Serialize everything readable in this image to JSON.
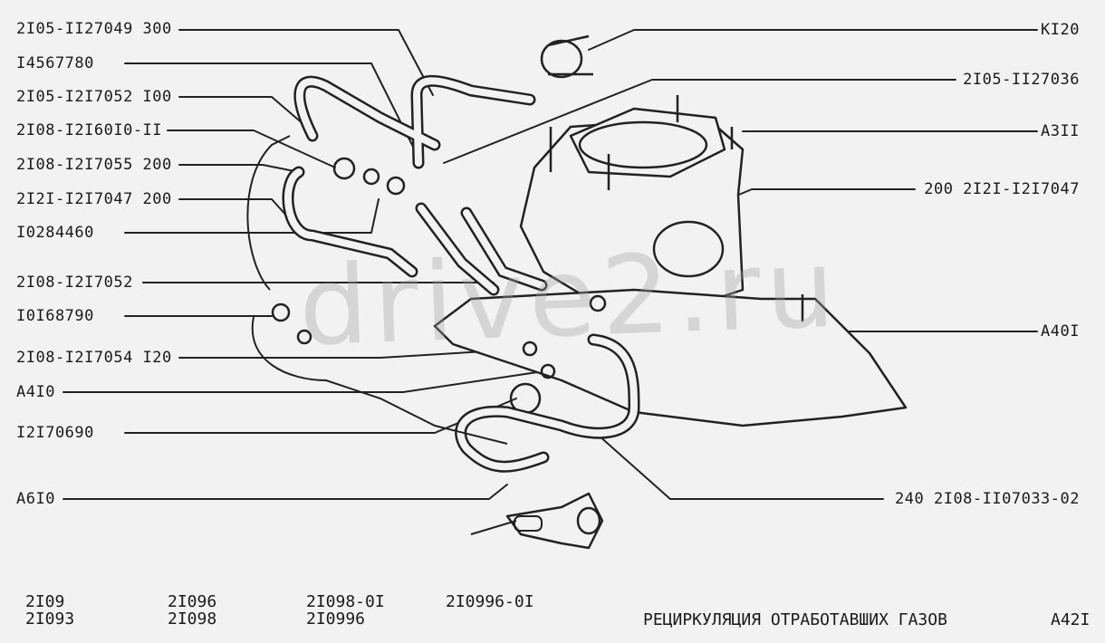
{
  "watermark": "drive2.ru",
  "callouts_left": [
    "2I05-II27049 300",
    "I4567780",
    "2I05-I2I7052 I00",
    "2I08-I2I60I0-II",
    "2I08-I2I7055 200",
    "2I2I-I2I7047 200",
    "I0284460",
    "2I08-I2I7052",
    "I0I68790",
    "2I08-I2I7054 I20",
    "A4I0",
    "I2I70690",
    "A6I0"
  ],
  "callouts_right": [
    "KI20",
    "2I05-II27036",
    "A3II",
    "200 2I2I-I2I7047",
    "A40I",
    "240 2I08-II07033-02"
  ],
  "footer": {
    "models_col1": [
      "2I09",
      "2I093"
    ],
    "models_col2": [
      "2I096",
      "2I098"
    ],
    "models_col3": [
      "2I098-0I",
      "2I0996"
    ],
    "models_col4": [
      "2I0996-0I"
    ],
    "title": "РЕЦИРКУЛЯЦИЯ ОТРАБОТАВШИХ ГАЗОВ",
    "sheet": "A42I"
  }
}
